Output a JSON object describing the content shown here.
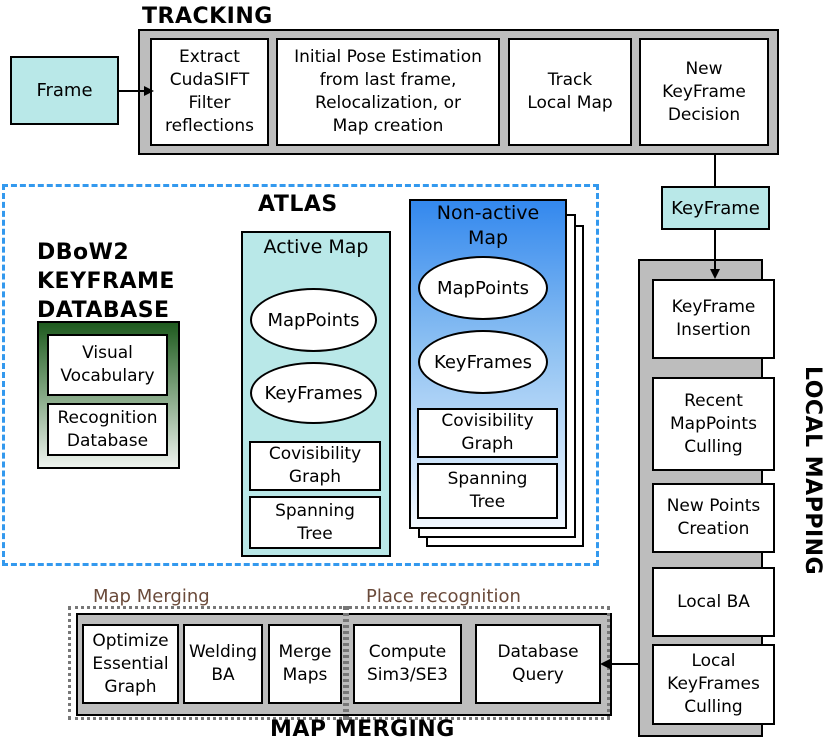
{
  "tracking": {
    "title": "TRACKING",
    "frame": "Frame",
    "steps": [
      "Extract\nCudaSIFT\nFilter\nreflections",
      "Initial Pose Estimation\nfrom last frame,\nRelocalization, or\nMap creation",
      "Track\nLocal Map",
      "New KeyFrame\nDecision"
    ]
  },
  "keyframe_label": "KeyFrame",
  "atlas": {
    "title": "ATLAS",
    "dbow": {
      "title": "DBoW2\nKEYFRAME\nDATABASE",
      "items": [
        "Visual\nVocabulary",
        "Recognition\nDatabase"
      ]
    },
    "active_map": {
      "title": "Active Map",
      "mappoints": "MapPoints",
      "keyframes": "KeyFrames",
      "covisibility": "Covisibility\nGraph",
      "spanning": "Spanning\nTree"
    },
    "nonactive_map": {
      "title": "Non-active\nMap",
      "mappoints": "MapPoints",
      "keyframes": "KeyFrames",
      "covisibility": "Covisibility\nGraph",
      "spanning": "Spanning\nTree"
    }
  },
  "local_mapping": {
    "title": "LOCAL MAPPING",
    "steps": [
      "KeyFrame\nInsertion",
      "Recent\nMapPoints\nCulling",
      "New Points\nCreation",
      "Local BA",
      "Local\nKeyFrames\nCulling"
    ]
  },
  "map_merging": {
    "title": "MAP MERGING",
    "merge_group_label": "Map Merging",
    "place_group_label": "Place recognition",
    "merge_steps": [
      "Optimize\nEssential\nGraph",
      "Welding\nBA",
      "Merge\nMaps"
    ],
    "place_steps": [
      "Compute\nSim3/SE3",
      "Database\nQuery"
    ]
  },
  "colors": {
    "module_gray": "#bdbdbd",
    "cyan": "#b9e8e8",
    "atlas_dash": "#3399ee",
    "nonactive_top": "#3388ee",
    "dbow_top": "#1e5a1e",
    "group_label": "#6a4a3a"
  }
}
